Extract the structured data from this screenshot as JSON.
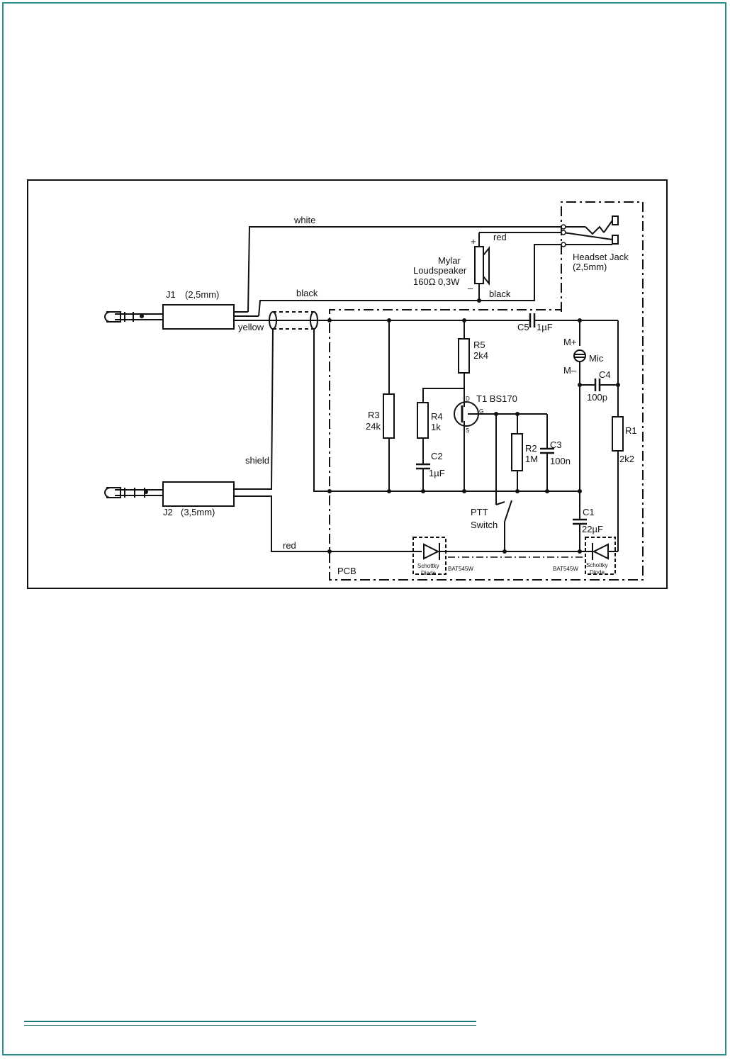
{
  "schematic": {
    "wire_labels": {
      "white": "white",
      "black_top": "black",
      "black_speaker": "black",
      "red_speaker": "red",
      "yellow": "yellow",
      "shield": "shield",
      "red_bottom": "red"
    },
    "connectors": {
      "j1_name": "J1",
      "j1_size": "(2,5mm)",
      "j2_name": "J2",
      "j2_size": "(3,5mm)",
      "headset_line1": "Headset Jack",
      "headset_line2": "(2,5mm)"
    },
    "speaker": {
      "line1": "Mylar",
      "line2": "Loudspeaker",
      "line3": "160Ω 0,3W",
      "plus": "+",
      "minus": "–"
    },
    "components": {
      "r5_name": "R5",
      "r5_value": "2k4",
      "r3_name": "R3",
      "r3_value": "24k",
      "r4_name": "R4",
      "r4_value": "1k",
      "c2_name": "C2",
      "c2_value": "1µF",
      "t1_label": "T1 BS170",
      "t1_d": "D",
      "t1_g": "G",
      "t1_s": "S",
      "r2_name": "R2",
      "r2_value": "1M",
      "c3_name": "C3",
      "c3_value": "100n",
      "c5_name": "C5",
      "c5_value": "1µF",
      "mic_label": "Mic",
      "mic_plus": "M+",
      "mic_minus": "M–",
      "c4_name": "C4",
      "c4_value": "100p",
      "r1_name": "R1",
      "r1_value": "2k2",
      "c1_name": "C1",
      "c1_value": "22µF",
      "ptt_line1": "PTT",
      "ptt_line2": "Switch",
      "d_left_line1": "Schottky",
      "d_left_line2": "Diode",
      "d_left_part": "BAT545W",
      "d_right_line1": "Schottky",
      "d_right_line2": "Diode",
      "d_right_part": "BAT545W",
      "pcb_label": "PCB"
    }
  }
}
